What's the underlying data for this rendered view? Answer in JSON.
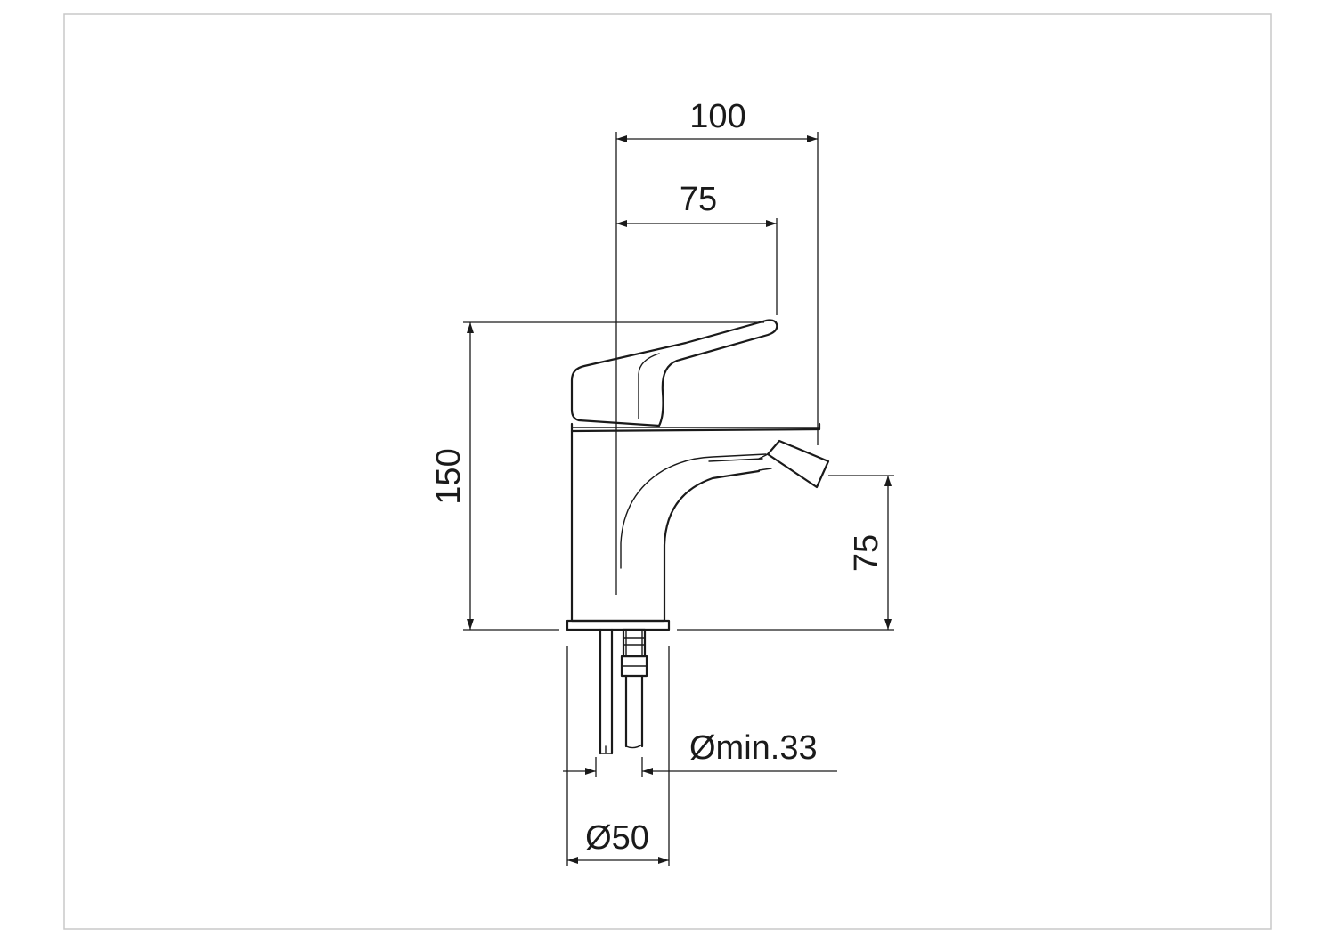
{
  "dimensions": {
    "overall_reach": "100",
    "lever_reach": "75",
    "overall_height": "150",
    "nozzle_height": "75",
    "hole_min_diameter": "Ømin.33",
    "base_diameter": "Ø50"
  },
  "colors": {
    "line": "#1a1a1a",
    "frame": "#c8c8c8",
    "background": "#ffffff"
  }
}
